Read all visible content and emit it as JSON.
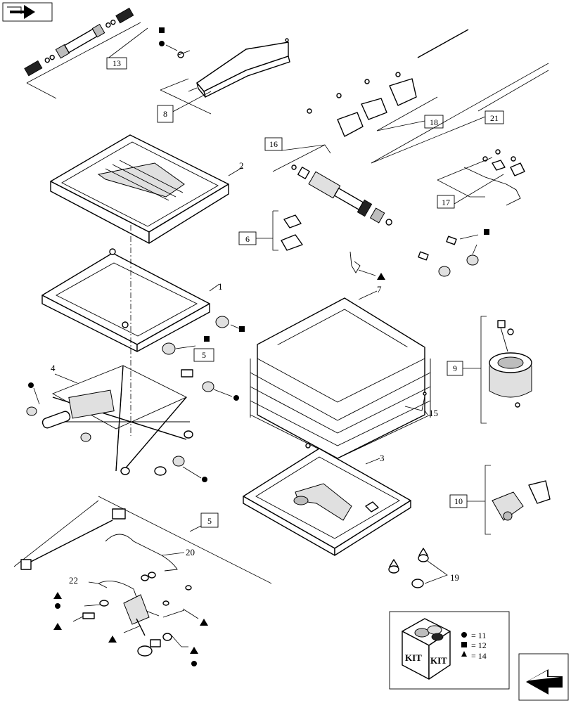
{
  "labels": {
    "l1": "1",
    "l2": "2",
    "l3": "3",
    "l4": "4",
    "l5a": "5",
    "l5b": "5",
    "l6": "6",
    "l7": "7",
    "l8": "8",
    "l9": "9",
    "l10": "10",
    "l13": "13",
    "l15": "15",
    "l16": "16",
    "l17": "17",
    "l18": "18",
    "l19": "19",
    "l20": "20",
    "l21": "21",
    "l22": "22"
  },
  "kit": {
    "word_left": "KIT",
    "word_right": "KIT",
    "legend": [
      {
        "symbol": "circle",
        "text": "= 11"
      },
      {
        "symbol": "square",
        "text": "= 12"
      },
      {
        "symbol": "triangle",
        "text": "= 14"
      }
    ]
  }
}
